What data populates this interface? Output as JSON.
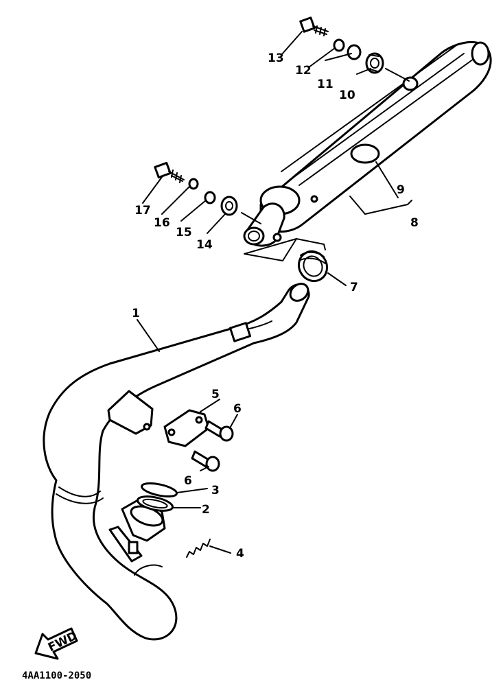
{
  "diagram_code": "4AA1100-2050",
  "fwd_label": "FWD",
  "callouts": {
    "c1": "1",
    "c2": "2",
    "c3": "3",
    "c4": "4",
    "c5": "5",
    "c6a": "6",
    "c6b": "6",
    "c7": "7",
    "c8": "8",
    "c9": "9",
    "c10": "10",
    "c11": "11",
    "c12": "12",
    "c13": "13",
    "c14": "14",
    "c15": "15",
    "c16": "16",
    "c17": "17"
  }
}
